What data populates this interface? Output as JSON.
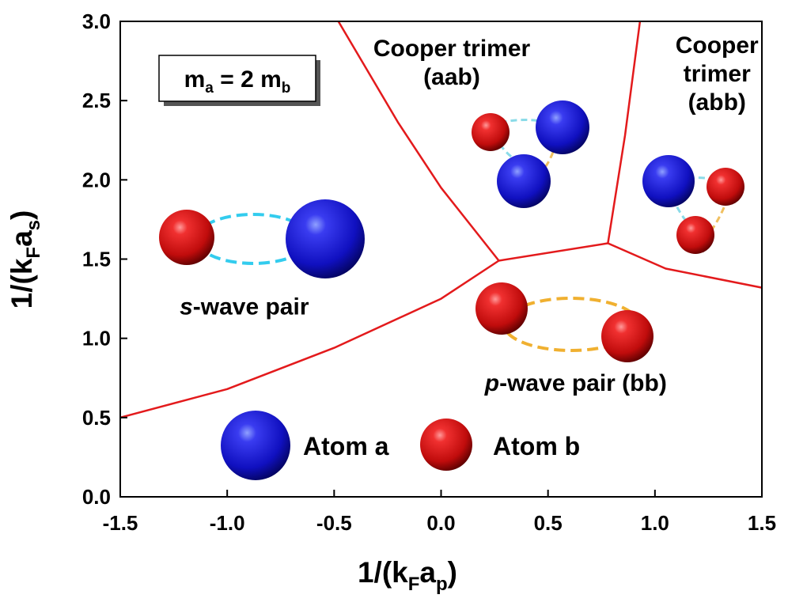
{
  "chart_data": {
    "type": "phase-diagram",
    "title": "",
    "xlabel": {
      "main": "1/(k",
      "sub1": "F",
      "mid": "a",
      "sub2": "p",
      "close": ")"
    },
    "ylabel": {
      "main": "1/(k",
      "sub1": "F",
      "mid": "a",
      "sub2": "s",
      "close": ")"
    },
    "xlim": [
      -1.5,
      1.5
    ],
    "ylim": [
      0.0,
      3.0
    ],
    "xticks": [
      -1.5,
      -1.0,
      -0.5,
      0.0,
      0.5,
      1.0,
      1.5
    ],
    "xtick_labels": [
      "-1.5",
      "-1.0",
      "-0.5",
      "0.0",
      "0.5",
      "1.0",
      "1.5"
    ],
    "yticks": [
      0.0,
      0.5,
      1.0,
      1.5,
      2.0,
      2.5,
      3.0
    ],
    "ytick_labels": [
      "0.0",
      "0.5",
      "1.0",
      "1.5",
      "2.0",
      "2.5",
      "3.0"
    ],
    "grid": false,
    "boundary_color": "#e31a1c",
    "boundaries": [
      {
        "name": "s-wave / p-wave",
        "points": [
          [
            -1.5,
            0.5
          ],
          [
            -1.0,
            0.68
          ],
          [
            -0.5,
            0.94
          ],
          [
            0.0,
            1.25
          ],
          [
            0.27,
            1.49
          ]
        ]
      },
      {
        "name": "s-wave / aab trimer",
        "points": [
          [
            0.27,
            1.49
          ],
          [
            0.0,
            1.95
          ],
          [
            -0.2,
            2.36
          ],
          [
            -0.48,
            3.0
          ]
        ]
      },
      {
        "name": "aab trimer / p-wave",
        "points": [
          [
            0.27,
            1.49
          ],
          [
            0.78,
            1.6
          ]
        ]
      },
      {
        "name": "aab trimer / abb trimer",
        "points": [
          [
            0.78,
            1.6
          ],
          [
            0.86,
            2.28
          ],
          [
            0.93,
            3.0
          ]
        ]
      },
      {
        "name": "abb trimer / p-wave",
        "points": [
          [
            0.78,
            1.6
          ],
          [
            1.05,
            1.44
          ],
          [
            1.5,
            1.32
          ]
        ]
      }
    ],
    "regions": [
      {
        "label_prefix": "s",
        "label_rest": "-wave pair",
        "label_pos": [
          -0.92,
          1.15
        ]
      },
      {
        "label_prefix": "p",
        "label_rest": "-wave pair (bb)",
        "label_pos": [
          0.63,
          0.67
        ]
      },
      {
        "label_lines": [
          "Cooper trimer",
          "(aab)"
        ],
        "label_pos": [
          0.05,
          2.78
        ]
      },
      {
        "label_lines": [
          "Cooper",
          "trimer",
          "(abb)"
        ],
        "label_pos": [
          1.29,
          2.8
        ]
      }
    ],
    "inset": {
      "text": "m",
      "sub_a": "a",
      "eq": " = 2 m",
      "sub_b": "b"
    },
    "legend": [
      {
        "label": "Atom a",
        "species": "a",
        "color": "#1010c8"
      },
      {
        "label": "Atom b",
        "species": "b",
        "color": "#d01010"
      }
    ],
    "legend_placement": "bottom",
    "colors": {
      "atom_a": "#1010c8",
      "atom_b": "#d01010",
      "bond_s": "#33ccee",
      "bond_bb": "#f0b030"
    }
  }
}
